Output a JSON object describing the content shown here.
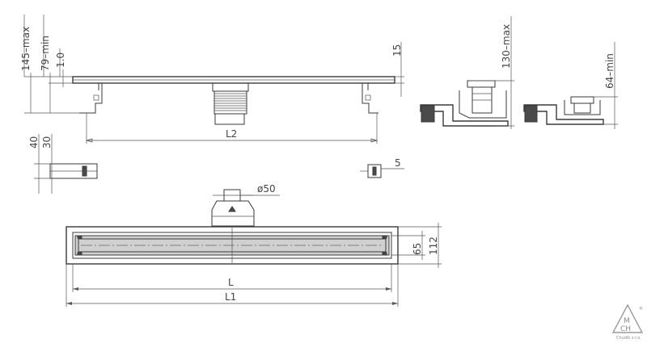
{
  "dimensions": {
    "max_145": "145–max",
    "min_79": "79–min",
    "d_1_0": "1.0",
    "d_15": "15",
    "max_130": "130–max",
    "min_64": "64–min",
    "L2": "L2",
    "d_40": "40",
    "d_30": "30",
    "d_5": "5",
    "dia_50": "ø50",
    "d_65": "65",
    "d_112": "112",
    "L": "L",
    "L1": "L1"
  },
  "logo": {
    "letter_m": "M",
    "letters_ch": "CH",
    "registered": "®",
    "company": "Chudík s.r.o."
  }
}
